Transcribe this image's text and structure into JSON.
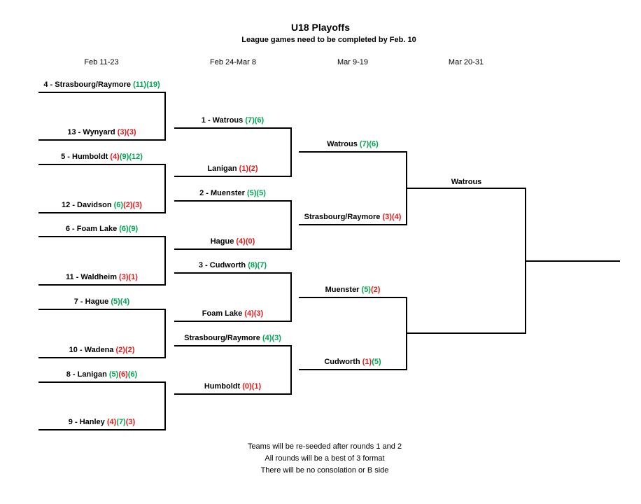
{
  "title": "U18 Playoffs",
  "subtitle": "League games need to be completed by Feb. 10",
  "rounds": [
    "Feb 11-23",
    "Feb 24-Mar 8",
    "Mar 9-19",
    "Mar 20-31"
  ],
  "colors": {
    "win": "#00a651",
    "loss": "#e21b1b",
    "line": "#000000"
  },
  "entries": [
    {
      "id": "r1-1",
      "name": "4 - Strasbourg/Raymore",
      "scores": [
        {
          "t": "(11)",
          "c": "win"
        },
        {
          "t": "(19)",
          "c": "win"
        }
      ]
    },
    {
      "id": "r1-2",
      "name": "13 - Wynyard",
      "scores": [
        {
          "t": "(3)",
          "c": "loss"
        },
        {
          "t": "(3)",
          "c": "loss"
        }
      ]
    },
    {
      "id": "r1-3",
      "name": "5 - Humboldt",
      "scores": [
        {
          "t": "(4)",
          "c": "loss"
        },
        {
          "t": "(9)",
          "c": "win"
        },
        {
          "t": "(12)",
          "c": "win"
        }
      ]
    },
    {
      "id": "r1-4",
      "name": "12 - Davidson",
      "scores": [
        {
          "t": "(6)",
          "c": "win"
        },
        {
          "t": "(2)",
          "c": "loss"
        },
        {
          "t": "(3)",
          "c": "loss"
        }
      ]
    },
    {
      "id": "r1-5",
      "name": "6 - Foam Lake",
      "scores": [
        {
          "t": "(6)",
          "c": "win"
        },
        {
          "t": "(9)",
          "c": "win"
        }
      ]
    },
    {
      "id": "r1-6",
      "name": "11 - Waldheim",
      "scores": [
        {
          "t": "(3)",
          "c": "loss"
        },
        {
          "t": "(1)",
          "c": "loss"
        }
      ]
    },
    {
      "id": "r1-7",
      "name": "7 - Hague",
      "scores": [
        {
          "t": "(5)",
          "c": "win"
        },
        {
          "t": "(4)",
          "c": "win"
        }
      ]
    },
    {
      "id": "r1-8",
      "name": "10 - Wadena",
      "scores": [
        {
          "t": "(2)",
          "c": "loss"
        },
        {
          "t": "(2)",
          "c": "loss"
        }
      ]
    },
    {
      "id": "r1-9",
      "name": "8 - Lanigan",
      "scores": [
        {
          "t": "(5)",
          "c": "win"
        },
        {
          "t": "(6)",
          "c": "loss"
        },
        {
          "t": "(6)",
          "c": "win"
        }
      ]
    },
    {
      "id": "r1-10",
      "name": "9 - Hanley",
      "scores": [
        {
          "t": "(4)",
          "c": "loss"
        },
        {
          "t": "(7)",
          "c": "win"
        },
        {
          "t": "(3)",
          "c": "loss"
        }
      ]
    },
    {
      "id": "r2-1",
      "name": "1 - Watrous",
      "scores": [
        {
          "t": "(7)",
          "c": "win"
        },
        {
          "t": "(6)",
          "c": "win"
        }
      ]
    },
    {
      "id": "r2-2",
      "name": "Lanigan",
      "scores": [
        {
          "t": "(1)",
          "c": "loss"
        },
        {
          "t": "(2)",
          "c": "loss"
        }
      ]
    },
    {
      "id": "r2-3",
      "name": "2 - Muenster",
      "scores": [
        {
          "t": "(5)",
          "c": "win"
        },
        {
          "t": "(5)",
          "c": "win"
        }
      ]
    },
    {
      "id": "r2-4",
      "name": "Hague",
      "scores": [
        {
          "t": "(4)",
          "c": "loss"
        },
        {
          "t": "(0)",
          "c": "loss"
        }
      ]
    },
    {
      "id": "r2-5",
      "name": "3 - Cudworth",
      "scores": [
        {
          "t": "(8)",
          "c": "win"
        },
        {
          "t": "(7)",
          "c": "win"
        }
      ]
    },
    {
      "id": "r2-6",
      "name": "Foam Lake",
      "scores": [
        {
          "t": "(4)",
          "c": "loss"
        },
        {
          "t": "(3)",
          "c": "loss"
        }
      ]
    },
    {
      "id": "r2-7",
      "name": "Strasbourg/Raymore",
      "scores": [
        {
          "t": "(4)",
          "c": "win"
        },
        {
          "t": "(3)",
          "c": "win"
        }
      ]
    },
    {
      "id": "r2-8",
      "name": "Humboldt",
      "scores": [
        {
          "t": "(0)",
          "c": "loss"
        },
        {
          "t": "(1)",
          "c": "loss"
        }
      ]
    },
    {
      "id": "r3-1",
      "name": "Watrous",
      "scores": [
        {
          "t": "(7)",
          "c": "win"
        },
        {
          "t": "(6)",
          "c": "win"
        }
      ]
    },
    {
      "id": "r3-2",
      "name": "Strasbourg/Raymore",
      "scores": [
        {
          "t": "(3)",
          "c": "loss"
        },
        {
          "t": "(4)",
          "c": "loss"
        }
      ]
    },
    {
      "id": "r3-3",
      "name": "Muenster",
      "scores": [
        {
          "t": "(5)",
          "c": "win"
        },
        {
          "t": "(2)",
          "c": "loss"
        }
      ]
    },
    {
      "id": "r3-4",
      "name": "Cudworth",
      "scores": [
        {
          "t": "(1)",
          "c": "loss"
        },
        {
          "t": "(5)",
          "c": "win"
        }
      ]
    },
    {
      "id": "r4-1",
      "name": "Watrous",
      "scores": []
    }
  ],
  "notes": [
    "Teams will be re-seeded after rounds 1 and 2",
    "All rounds will be a best of 3 format",
    "There will be no consolation or B side"
  ]
}
